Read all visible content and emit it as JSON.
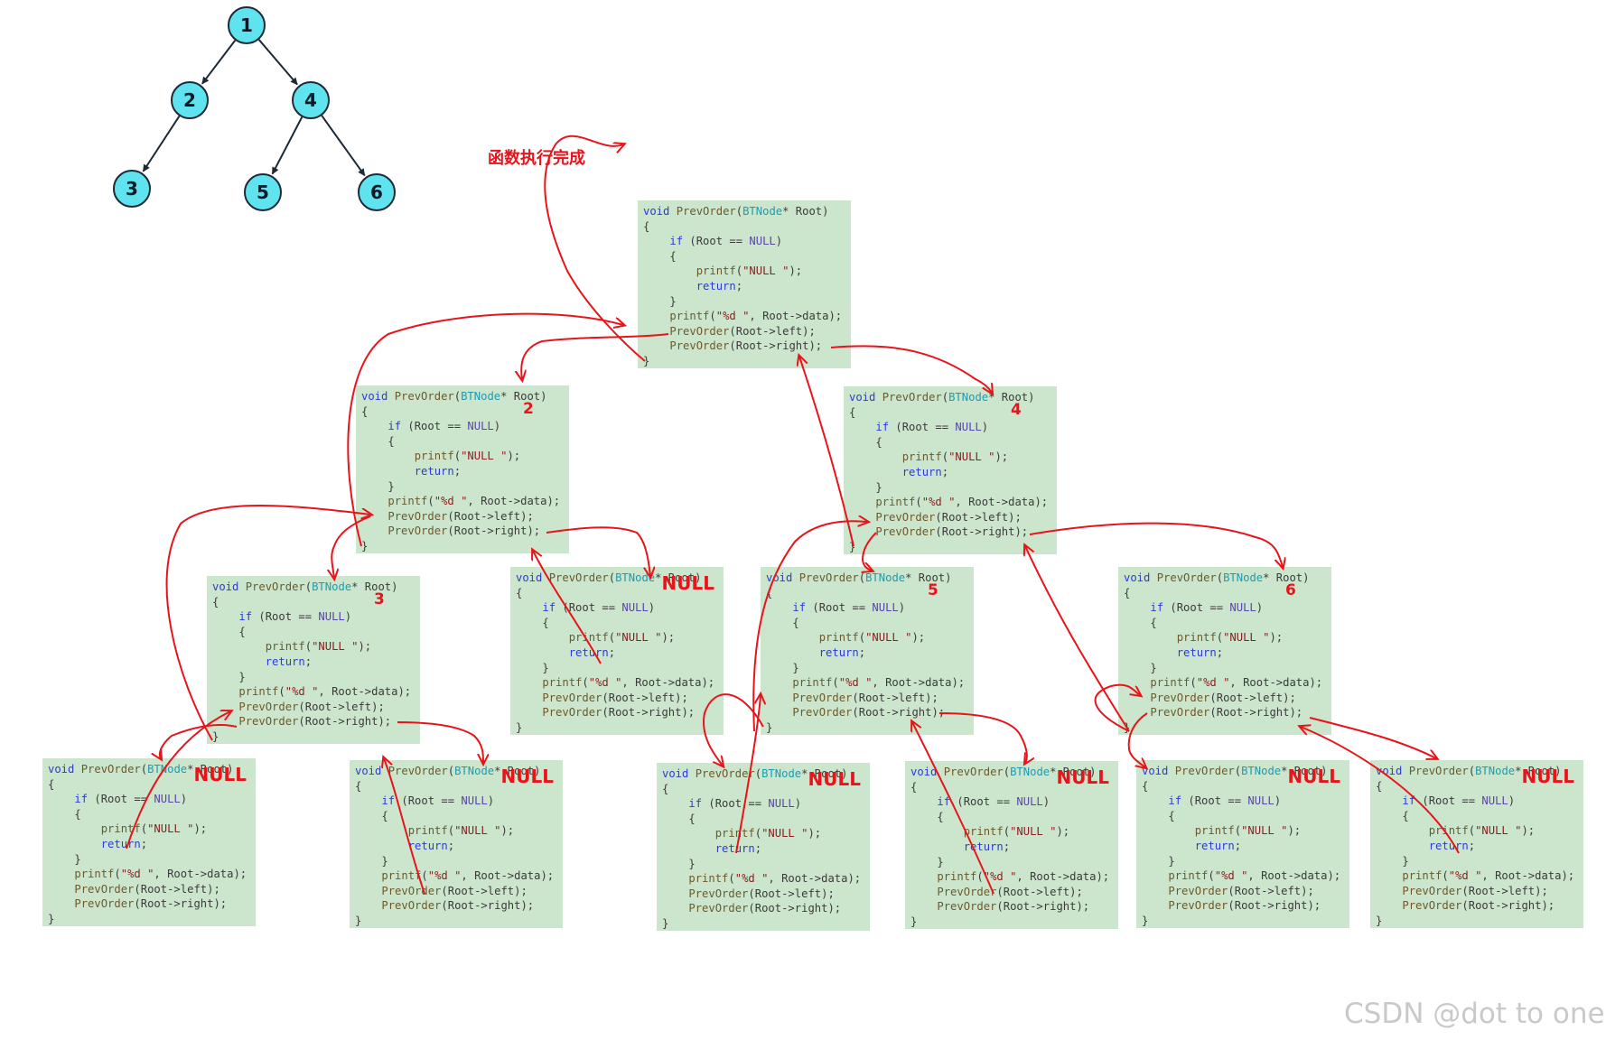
{
  "tree": {
    "nodes": [
      {
        "id": "n1",
        "label": "1"
      },
      {
        "id": "n2",
        "label": "2"
      },
      {
        "id": "n4",
        "label": "4"
      },
      {
        "id": "n3",
        "label": "3"
      },
      {
        "id": "n5",
        "label": "5"
      },
      {
        "id": "n6",
        "label": "6"
      }
    ],
    "edges": [
      [
        "n1",
        "n2"
      ],
      [
        "n1",
        "n4"
      ],
      [
        "n2",
        "n3"
      ],
      [
        "n4",
        "n5"
      ],
      [
        "n4",
        "n6"
      ]
    ],
    "node_color": "#5fe3ef",
    "edge_color": "#1d2a36"
  },
  "code": {
    "lines": [
      "void PrevOrder(BTNode* Root)",
      "{",
      "    if (Root == NULL)",
      "    {",
      "        printf(\"NULL \");",
      "        return;",
      "    }",
      "    printf(\"%d \", Root->data);",
      "    PrevOrder(Root->left);",
      "    PrevOrder(Root->right);",
      "}"
    ]
  },
  "frames": [
    {
      "id": "f-root",
      "tag": ""
    },
    {
      "id": "f-2",
      "tag": "2"
    },
    {
      "id": "f-4",
      "tag": "4"
    },
    {
      "id": "f-3",
      "tag": "3"
    },
    {
      "id": "f-2r",
      "tag": "NULL"
    },
    {
      "id": "f-5",
      "tag": "5"
    },
    {
      "id": "f-6",
      "tag": "6"
    },
    {
      "id": "f-3l",
      "tag": "NULL"
    },
    {
      "id": "f-3r",
      "tag": "NULL"
    },
    {
      "id": "f-5l",
      "tag": "NULL"
    },
    {
      "id": "f-5r",
      "tag": "NULL"
    },
    {
      "id": "f-6l",
      "tag": "NULL"
    },
    {
      "id": "f-6r",
      "tag": "NULL"
    }
  ],
  "annotation": {
    "done": "函数执行完成"
  },
  "watermark": "CSDN @dot to one",
  "colors": {
    "frame_bg": "#cbe6cc",
    "arrow": "#e8141b"
  }
}
